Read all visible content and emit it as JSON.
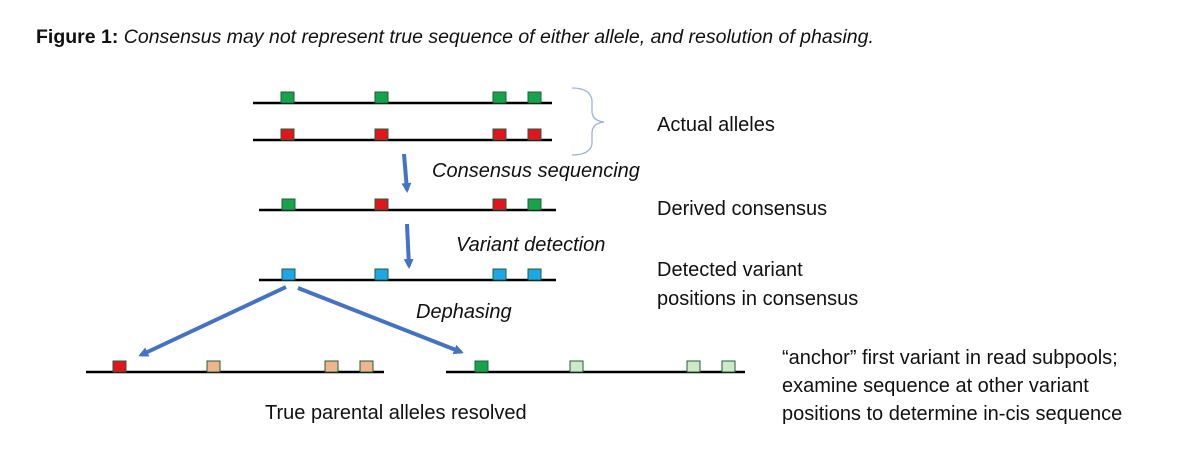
{
  "figure": {
    "label": "Figure 1:",
    "caption": "Consensus may not represent true sequence of either allele, and resolution of phasing."
  },
  "colors": {
    "green": "#17a34a",
    "red": "#e3141b",
    "blue": "#1ea7e8",
    "peach": "#f2b48c",
    "pale_green": "#cfe8c6",
    "arrow": "#4472c4"
  },
  "labels": {
    "actual_alleles": "Actual alleles",
    "derived_consensus": "Derived consensus",
    "detected_line1": "Detected variant",
    "detected_line2": "positions in consensus",
    "resolved": "True parental alleles resolved",
    "anchor_line1": "“anchor” first variant in read subpools;",
    "anchor_line2": "examine sequence at other variant",
    "anchor_line3": "positions to determine in-cis sequence"
  },
  "steps": {
    "consensus_sequencing": "Consensus sequencing",
    "variant_detection": "Variant detection",
    "dephasing": "Dephasing"
  }
}
